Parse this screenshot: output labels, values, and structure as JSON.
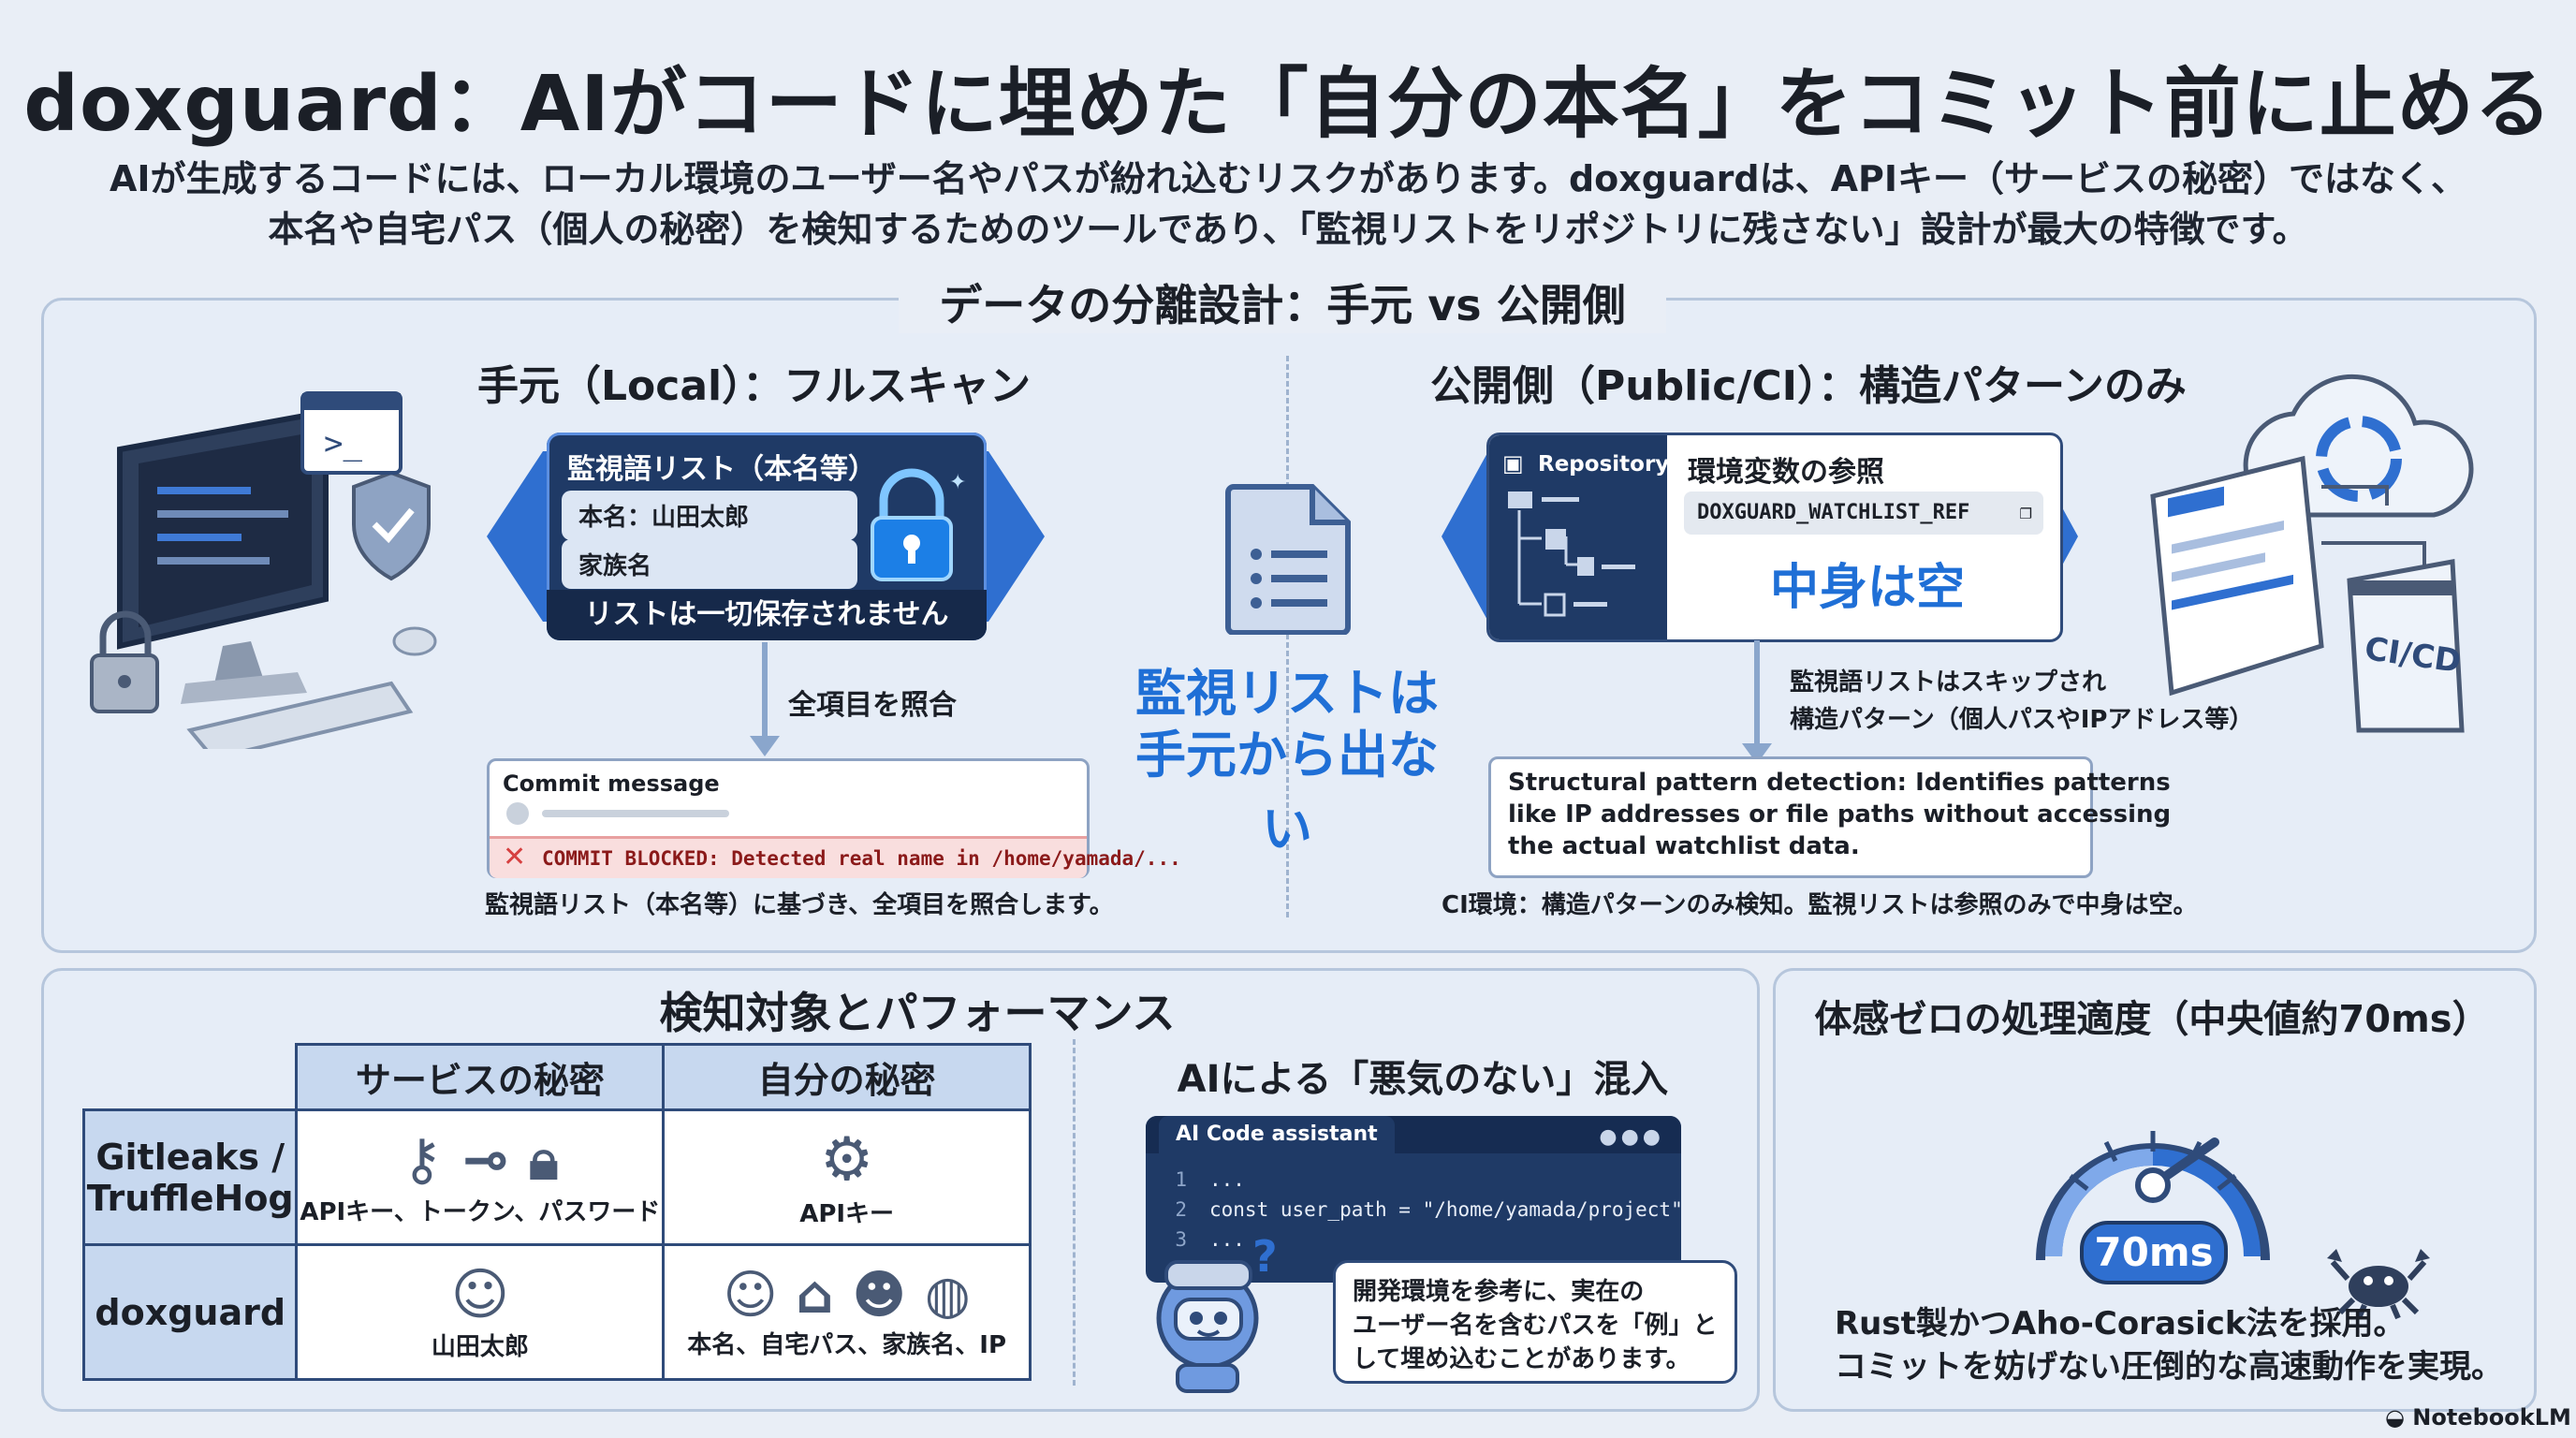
{
  "header": {
    "title": "doxguard：AIがコードに埋めた「自分の本名」をコミット前に止める",
    "subtitle_line1": "AIが生成するコードには、ローカル環境のユーザー名やパスが紛れ込むリスクがあります。doxguardは、APIキー（サービスの秘密）ではなく、",
    "subtitle_line2": "本名や自宅パス（個人の秘密）を検知するためのツールであり、「監視リストをリポジトリに残さない」設計が最大の特徴です。"
  },
  "separation": {
    "title": "データの分離設計：手元 vs 公開側",
    "center_line1": "監視リストは",
    "center_line2": "手元から出ない",
    "local": {
      "title": "手元（Local）：フルスキャン",
      "card_title": "監視語リスト（本名等）",
      "item1": "本名：山田太郎",
      "item2": "家族名",
      "card_footer": "リストは一切保存されません",
      "arrow_label": "全項目を照合",
      "commit_label": "Commit message",
      "blocked_text": "COMMIT BLOCKED: Detected real name in /home/yamada/...",
      "caption": "監視語リスト（本名等）に基づき、全項目を照合します。"
    },
    "public": {
      "title": "公開側（Public/CI）：構造パターンのみ",
      "repo_label": "Repository",
      "env_title": "環境変数の参照",
      "env_var": "DOXGUARD_WATCHLIST_REF",
      "empty_text": "中身は空",
      "arrow_line1": "監視語リストはスキップされ",
      "arrow_line2": "構造パターン（個人パスやIPアドレス等）",
      "detect_line1": "Structural pattern detection: Identifies patterns",
      "detect_line2": "like IP addresses or file paths without accessing",
      "detect_line3": "the actual watchlist data.",
      "caption": "CI環境：構造パターンのみ検知。監視リストは参照のみで中身は空。",
      "ci_label": "CI/CD"
    }
  },
  "detection": {
    "title": "検知対象とパフォーマンス",
    "col1": "サービスの秘密",
    "col2": "自分の秘密",
    "row1_line1": "Gitleaks /",
    "row1_line2": "TruffleHog",
    "row2": "doxguard",
    "r1c1": "APIキー、トークン、パスワード",
    "r1c2": "APIキー",
    "r2c1": "山田太郎",
    "r2c2": "本名、自宅パス、家族名、IP",
    "ai_title": "AIによる「悪気のない」混入",
    "editor_title": "AI Code assistant",
    "code": [
      {
        "n": "1",
        "t": "..."
      },
      {
        "n": "2",
        "t": "const user_path = \"/home/yamada/project\";"
      },
      {
        "n": "3",
        "t": "..."
      }
    ],
    "bubble_line1": "開発環境を参考に、実在の",
    "bubble_line2": "ユーザー名を含むパスを「例」と",
    "bubble_line3": "して埋め込むことがあります。"
  },
  "performance": {
    "title": "体感ゼロの処理適度（中央値約70ms）",
    "gauge_value": "70ms",
    "line1": "Rust製かつAho-Corasick法を採用。",
    "line2": "コミットを妨げない圧倒的な高速動作を実現。"
  },
  "footer": {
    "brand": "NotebookLM"
  },
  "colors": {
    "accent": "#1f6fd6",
    "dark": "#1f3a66",
    "blocked": "#d64040",
    "panel": "#e6edf7"
  }
}
